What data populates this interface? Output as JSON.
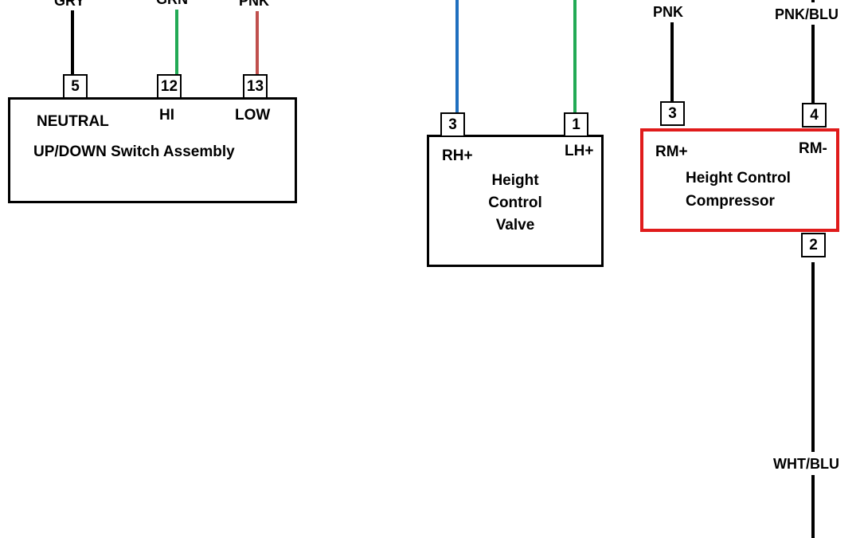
{
  "diagram_title": "Height Control Wiring",
  "colors": {
    "black": "#000000",
    "green": "#22aa55",
    "pink": "#c0504d",
    "blue": "#1f6fbf",
    "highlight": "#e01b1b"
  },
  "switch_assembly": {
    "name": "UP/DOWN Switch Assembly",
    "pins": [
      {
        "number": "5",
        "function": "NEUTRAL",
        "wire_color": "GRY"
      },
      {
        "number": "12",
        "function": "HI",
        "wire_color": "GRN"
      },
      {
        "number": "13",
        "function": "LOW",
        "wire_color": "PNK"
      }
    ]
  },
  "valve": {
    "name_lines": [
      "Height",
      "Control",
      "Valve"
    ],
    "pins": [
      {
        "number": "3",
        "function": "RH+",
        "wire": "blue"
      },
      {
        "number": "1",
        "function": "LH+",
        "wire": "green"
      }
    ]
  },
  "compressor": {
    "name_lines": [
      "Height Control",
      "Compressor"
    ],
    "highlighted": true,
    "pins": [
      {
        "number": "3",
        "function": "RM+",
        "wire_color": "PNK"
      },
      {
        "number": "4",
        "function": "RM-",
        "wire_color": "PNK/BLU"
      },
      {
        "number": "2",
        "function": "",
        "wire_color": "WHT/BLU"
      }
    ]
  }
}
